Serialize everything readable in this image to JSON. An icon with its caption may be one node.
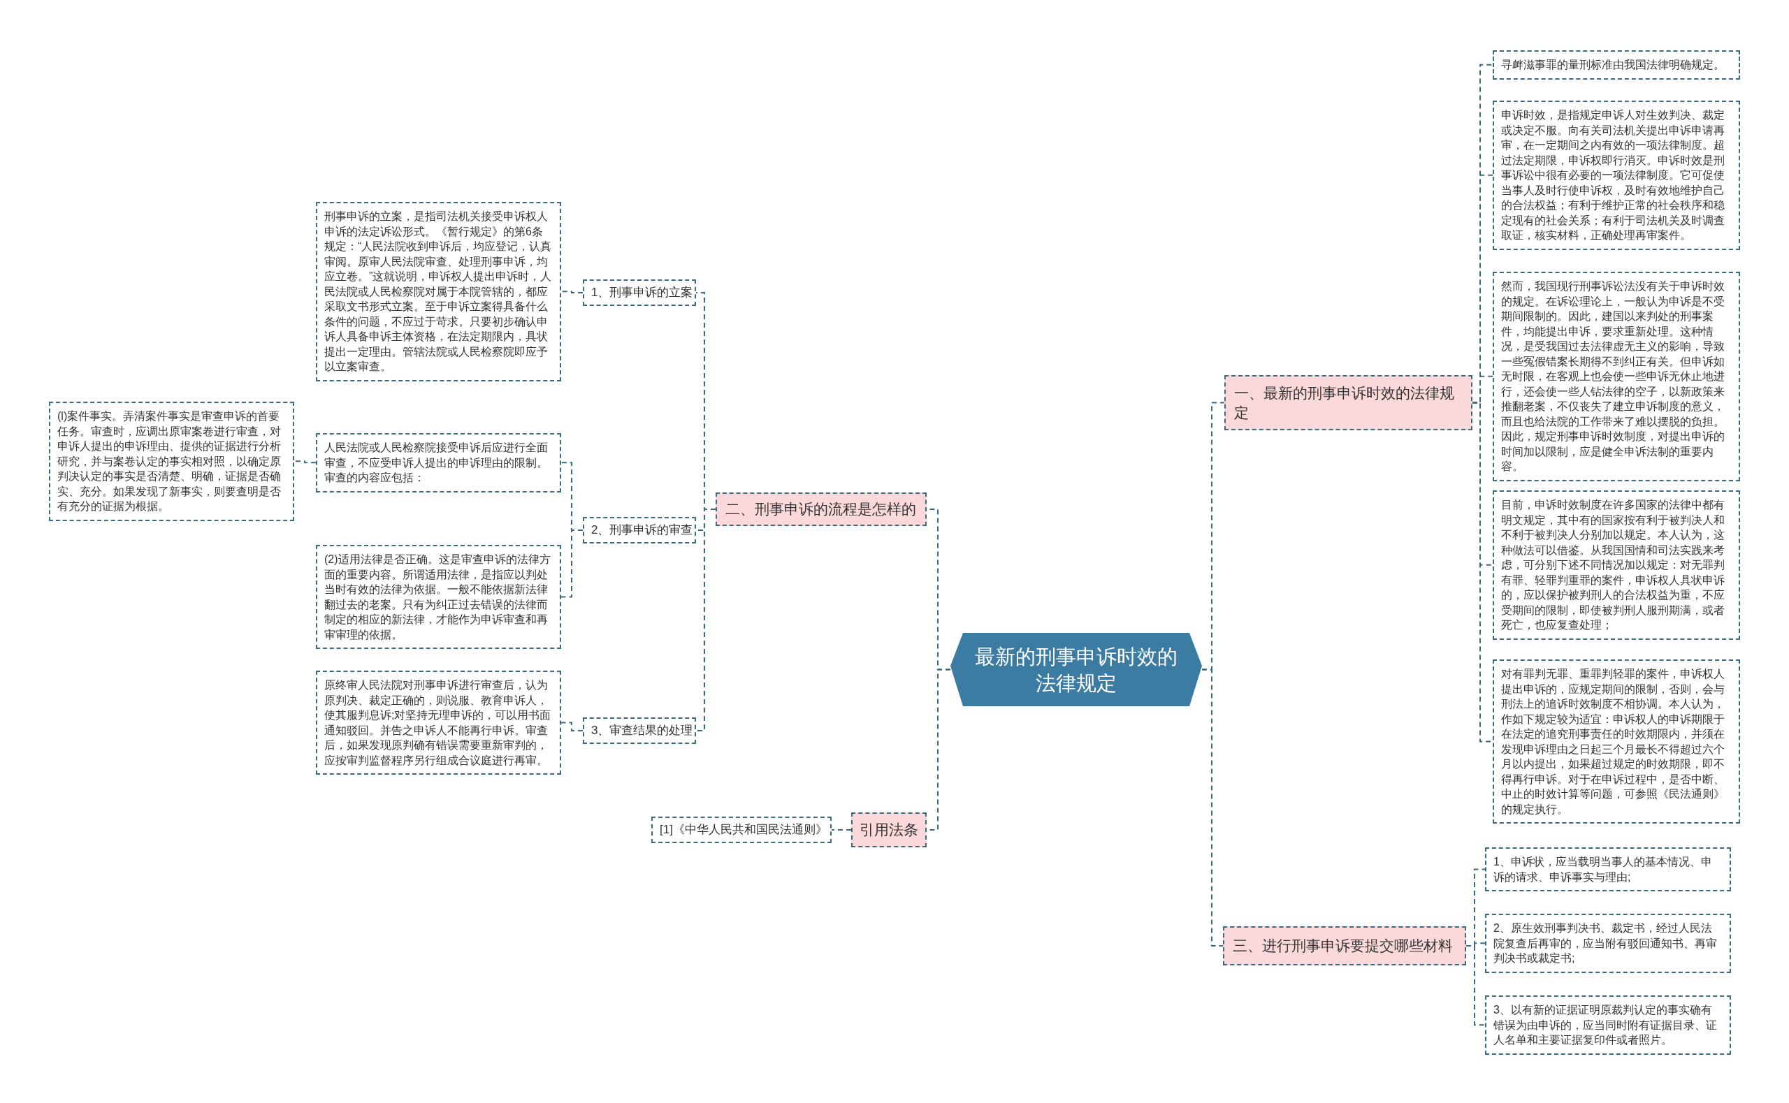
{
  "diagram": {
    "nodes": [
      {
        "text": [
          "最新的刑事申诉时效的法律规定"
        ]
      },
      {
        "text": [
          "一、最新的刑事申诉时效的法律规定"
        ]
      },
      {
        "text": [
          "寻衅滋事罪的量刑标准由我国法律明确规定。"
        ]
      },
      {
        "text": [
          "申诉时效，是指规定申诉人对生效判决、裁定或决定不服。向有关司法机关提出申诉申请再审，在一定期间之内有效的一项法律制度。超过法定期限，申诉权即行消灭。申诉时效是刑事诉讼中很有必要的一项法律制度。它可促使当事人及时行使申诉权，及时有效地维护自己的合法权益；有利于维护正常的社会秩序和稳定现有的社会关系；有利于司法机关及时调查取证，核实材料，正确处理再审案件。"
        ]
      },
      {
        "text": [
          "然而，我国现行刑事诉讼法没有关于申诉时效的规定。在诉讼理论上，一般认为申诉是不受期间限制的。因此，建国以来判处的刑事案件，均能提出申诉，要求重新处理。这种情况，是受我国过去法律虚无主义的影响，导致一些冤假错案长期得不到纠正有关。但申诉如无时限，在客观上也会使一些申诉无休止地进行，还会使一些人钻法律的空子，以新政策来推翻老案，不仅丧失了建立申诉制度的意义，而且也给法院的工作带来了难以摆脱的负担。因此，规定刑事申诉时效制度，对提出申诉的时间加以限制，应是健全申诉法制的重要内容。"
        ]
      },
      {
        "text": [
          "目前，申诉时效制度在许多国家的法律中都有明文规定，其中有的国家按有利于被判决人和不利于被判决人分别加以规定。本人认为，这种做法可以借鉴。从我国国情和司法实践来考虑，可分别下述不同情况加以规定：对无罪判有罪、轻罪判重罪的案件，申诉权人具状申诉的，应以保护被判刑人的合法权益为重，不应受期间的限制，即使被判刑人服刑期满，或者死亡，也应复查处理；"
        ]
      },
      {
        "text": [
          "对有罪判无罪、重罪判轻罪的案件，申诉权人提出申诉的，应规定期间的限制，否则，会与刑法上的追诉时效制度不相协调。本人认为，作如下规定较为适宜：申诉权人的申诉期限于在法定的追究刑事责任的时效期限内，并须在发现申诉理由之日起三个月最长不得超过六个月以内提出，如果超过规定的时效期限，即不得再行申诉。对于在申诉过程中，是否中断、中止的时效计算等问题，可参照《民法通则》的规定执行。"
        ]
      },
      {
        "text": [
          "三、进行刑事申诉要提交哪些材料"
        ]
      },
      {
        "text": [
          "1、申诉状，应当载明当事人的基本情况、申诉的请求、申诉事实与理由;"
        ]
      },
      {
        "text": [
          "2、原生效刑事判决书、裁定书，经过人民法院复查后再审的，应当附有驳回通知书、再审判决书或裁定书;"
        ]
      },
      {
        "text": [
          "3、以有新的证据证明原裁判认定的事实确有错误为由申诉的，应当同时附有证据目录、证人名单和主要证据复印件或者照片。"
        ]
      },
      {
        "text": [
          "二、刑事申诉的流程是怎样的"
        ]
      },
      {
        "text": [
          "1、刑事申诉的立案"
        ]
      },
      {
        "text": [
          "刑事申诉的立案，是指司法机关接受申诉权人申诉的法定诉讼形式。《暂行规定》的第6条规定：“人民法院收到申诉后，均应登记，认真审阅。原审人民法院审查、处理刑事申诉，均应立卷。”这就说明，申诉权人提出申诉时，人民法院或人民检察院对属于本院管辖的，都应采取文书形式立案。至于申诉立案得具备什么条件的问题，不应过于苛求。只要初步确认申诉人具备申诉主体资格，在法定期限内，具状提出一定理由。管辖法院或人民检察院即应予以立案审查。"
        ]
      },
      {
        "text": [
          "2、刑事申诉的审查"
        ]
      },
      {
        "text": [
          "人民法院或人民检察院接受申诉后应进行全面审查，不应受申诉人提出的申诉理由的限制。审查的内容应包括："
        ]
      },
      {
        "text": [
          "(l)案件事实。弄清案件事实是审查申诉的首要任务。审查时，应调出原审案卷进行审查，对申诉人提出的申诉理由、提供的证据进行分析研究，并与案卷认定的事实相对照，以确定原判决认定的事实是否清楚、明确，证据是否确实、充分。如果发现了新事实，则要查明是否有充分的证据为根据。"
        ]
      },
      {
        "text": [
          "(2)适用法律是否正确。这是审查申诉的法律方面的重要内容。所谓适用法律，是指应以判处当时有效的法律为依据。一般不能依据新法律翻过去的老案。只有为纠正过去错误的法律而制定的相应的新法律，才能作为申诉审查和再审审理的依据。"
        ]
      },
      {
        "text": [
          "3、审查结果的处理"
        ]
      },
      {
        "text": [
          "原终审人民法院对刑事申诉进行审查后，认为原判决、裁定正确的，则说服、教育申诉人，使其服判息诉;对坚持无理申诉的，可以用书面通知驳回。并告之申诉人不能再行申诉。审查后，如果发现原判确有错误需要重新审判的，应按审判监督程序另行组成合议庭进行再审。"
        ]
      },
      {
        "text": [
          "引用法条"
        ]
      },
      {
        "text": [
          "[1]《中华人民共和国民法通则》"
        ]
      }
    ],
    "edges": [
      {
        "from": 0,
        "to": 1,
        "arrow": "none"
      },
      {
        "from": 1,
        "to": 2,
        "arrow": "none"
      },
      {
        "from": 1,
        "to": 3,
        "arrow": "none"
      },
      {
        "from": 1,
        "to": 4,
        "arrow": "none"
      },
      {
        "from": 1,
        "to": 5,
        "arrow": "none"
      },
      {
        "from": 1,
        "to": 6,
        "arrow": "none"
      },
      {
        "from": 0,
        "to": 7,
        "arrow": "none"
      },
      {
        "from": 7,
        "to": 8,
        "arrow": "none"
      },
      {
        "from": 7,
        "to": 9,
        "arrow": "none"
      },
      {
        "from": 7,
        "to": 10,
        "arrow": "none"
      },
      {
        "from": 0,
        "to": 11,
        "arrow": "none"
      },
      {
        "from": 11,
        "to": 12,
        "arrow": "none"
      },
      {
        "from": 12,
        "to": 13,
        "arrow": "none"
      },
      {
        "from": 11,
        "to": 14,
        "arrow": "none"
      },
      {
        "from": 14,
        "to": 15,
        "arrow": "none"
      },
      {
        "from": 15,
        "to": 16,
        "arrow": "none"
      },
      {
        "from": 14,
        "to": 17,
        "arrow": "none"
      },
      {
        "from": 11,
        "to": 18,
        "arrow": "none"
      },
      {
        "from": 18,
        "to": 19,
        "arrow": "none"
      },
      {
        "from": 0,
        "to": 20,
        "arrow": "none"
      },
      {
        "from": 20,
        "to": 21,
        "arrow": "none"
      }
    ]
  }
}
